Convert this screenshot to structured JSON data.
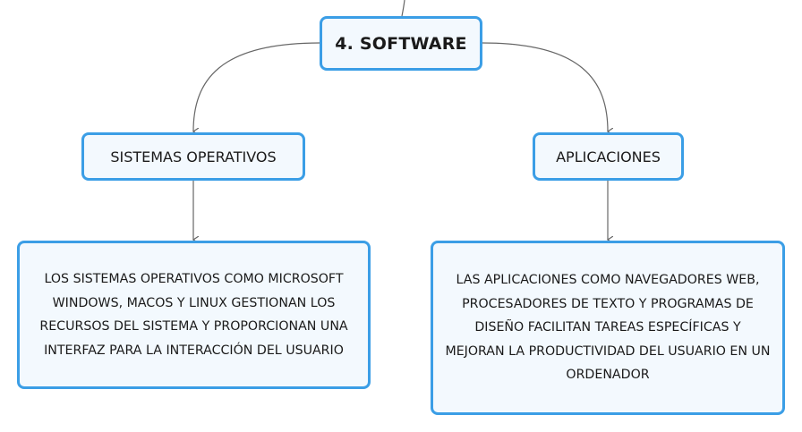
{
  "diagram": {
    "root": {
      "label": "4. SOFTWARE"
    },
    "branches": [
      {
        "label": "SISTEMAS OPERATIVOS",
        "description": "LOS SISTEMAS OPERATIVOS COMO MICROSOFT WINDOWS, MACOS Y LINUX GESTIONAN LOS RECURSOS DEL SISTEMA Y PROPORCIONAN UNA INTERFAZ PARA LA INTERACCIÓN DEL USUARIO"
      },
      {
        "label": "APLICACIONES",
        "description": "LAS APLICACIONES COMO NAVEGADORES WEB, PROCESADORES DE TEXTO Y PROGRAMAS DE DISEÑO FACILITAN TAREAS ESPECÍFICAS Y MEJORAN LA PRODUCTIVIDAD DEL USUARIO EN UN ORDENADOR"
      }
    ],
    "colors": {
      "node_border": "#3b9ee6",
      "node_fill": "#f3f9fe",
      "connector": "#666666"
    }
  }
}
